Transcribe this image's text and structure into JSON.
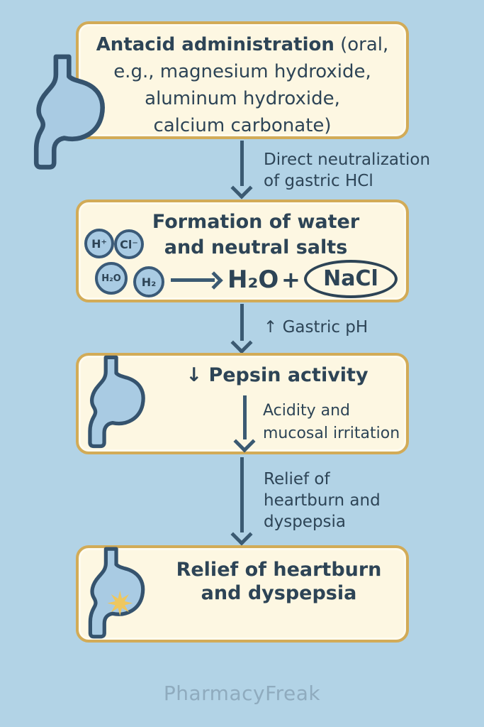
{
  "boxes": {
    "box1": {
      "title_bold": "Antacid administration",
      "title_rest": " (oral,",
      "line2": "e.g., magnesium hydroxide,",
      "line3": "aluminum hydroxide,",
      "line4": "calcium carbonate)"
    },
    "box2": {
      "title": "Formation of water\nand neutral salts",
      "ions": {
        "h": "H⁺",
        "cl": "Cl⁻",
        "h2o": "H₂O",
        "h2": "H₂"
      },
      "formula": {
        "water": "H₂O",
        "plus": "+",
        "salt": "NaCl"
      }
    },
    "box3": {
      "title": "↓ Pepsin activity",
      "inner_label": "Acidity and\nmucosal irritation"
    },
    "box4": {
      "title": "Relief of heartburn\nand dyspepsia"
    }
  },
  "arrows": {
    "a1": "Direct neutralization\nof gastric HCl",
    "a2": "↑ Gastric pH",
    "a3": "Relief of\nheartburn and\ndyspepsia"
  },
  "footer": {
    "brand": "PharmacyFreak"
  },
  "colors": {
    "background": "#b2d3e6",
    "box_fill": "#fdf7e2",
    "box_border": "#d2ab57",
    "ink": "#2d4456",
    "arrow": "#3b5a72",
    "stomach_fill": "#a9cbe3",
    "stomach_outline": "#35536e",
    "circle_fill": "#a9cbe3",
    "circle_outline": "#3a5a78",
    "star": "#eec75f",
    "brand": "#8fabbe"
  }
}
